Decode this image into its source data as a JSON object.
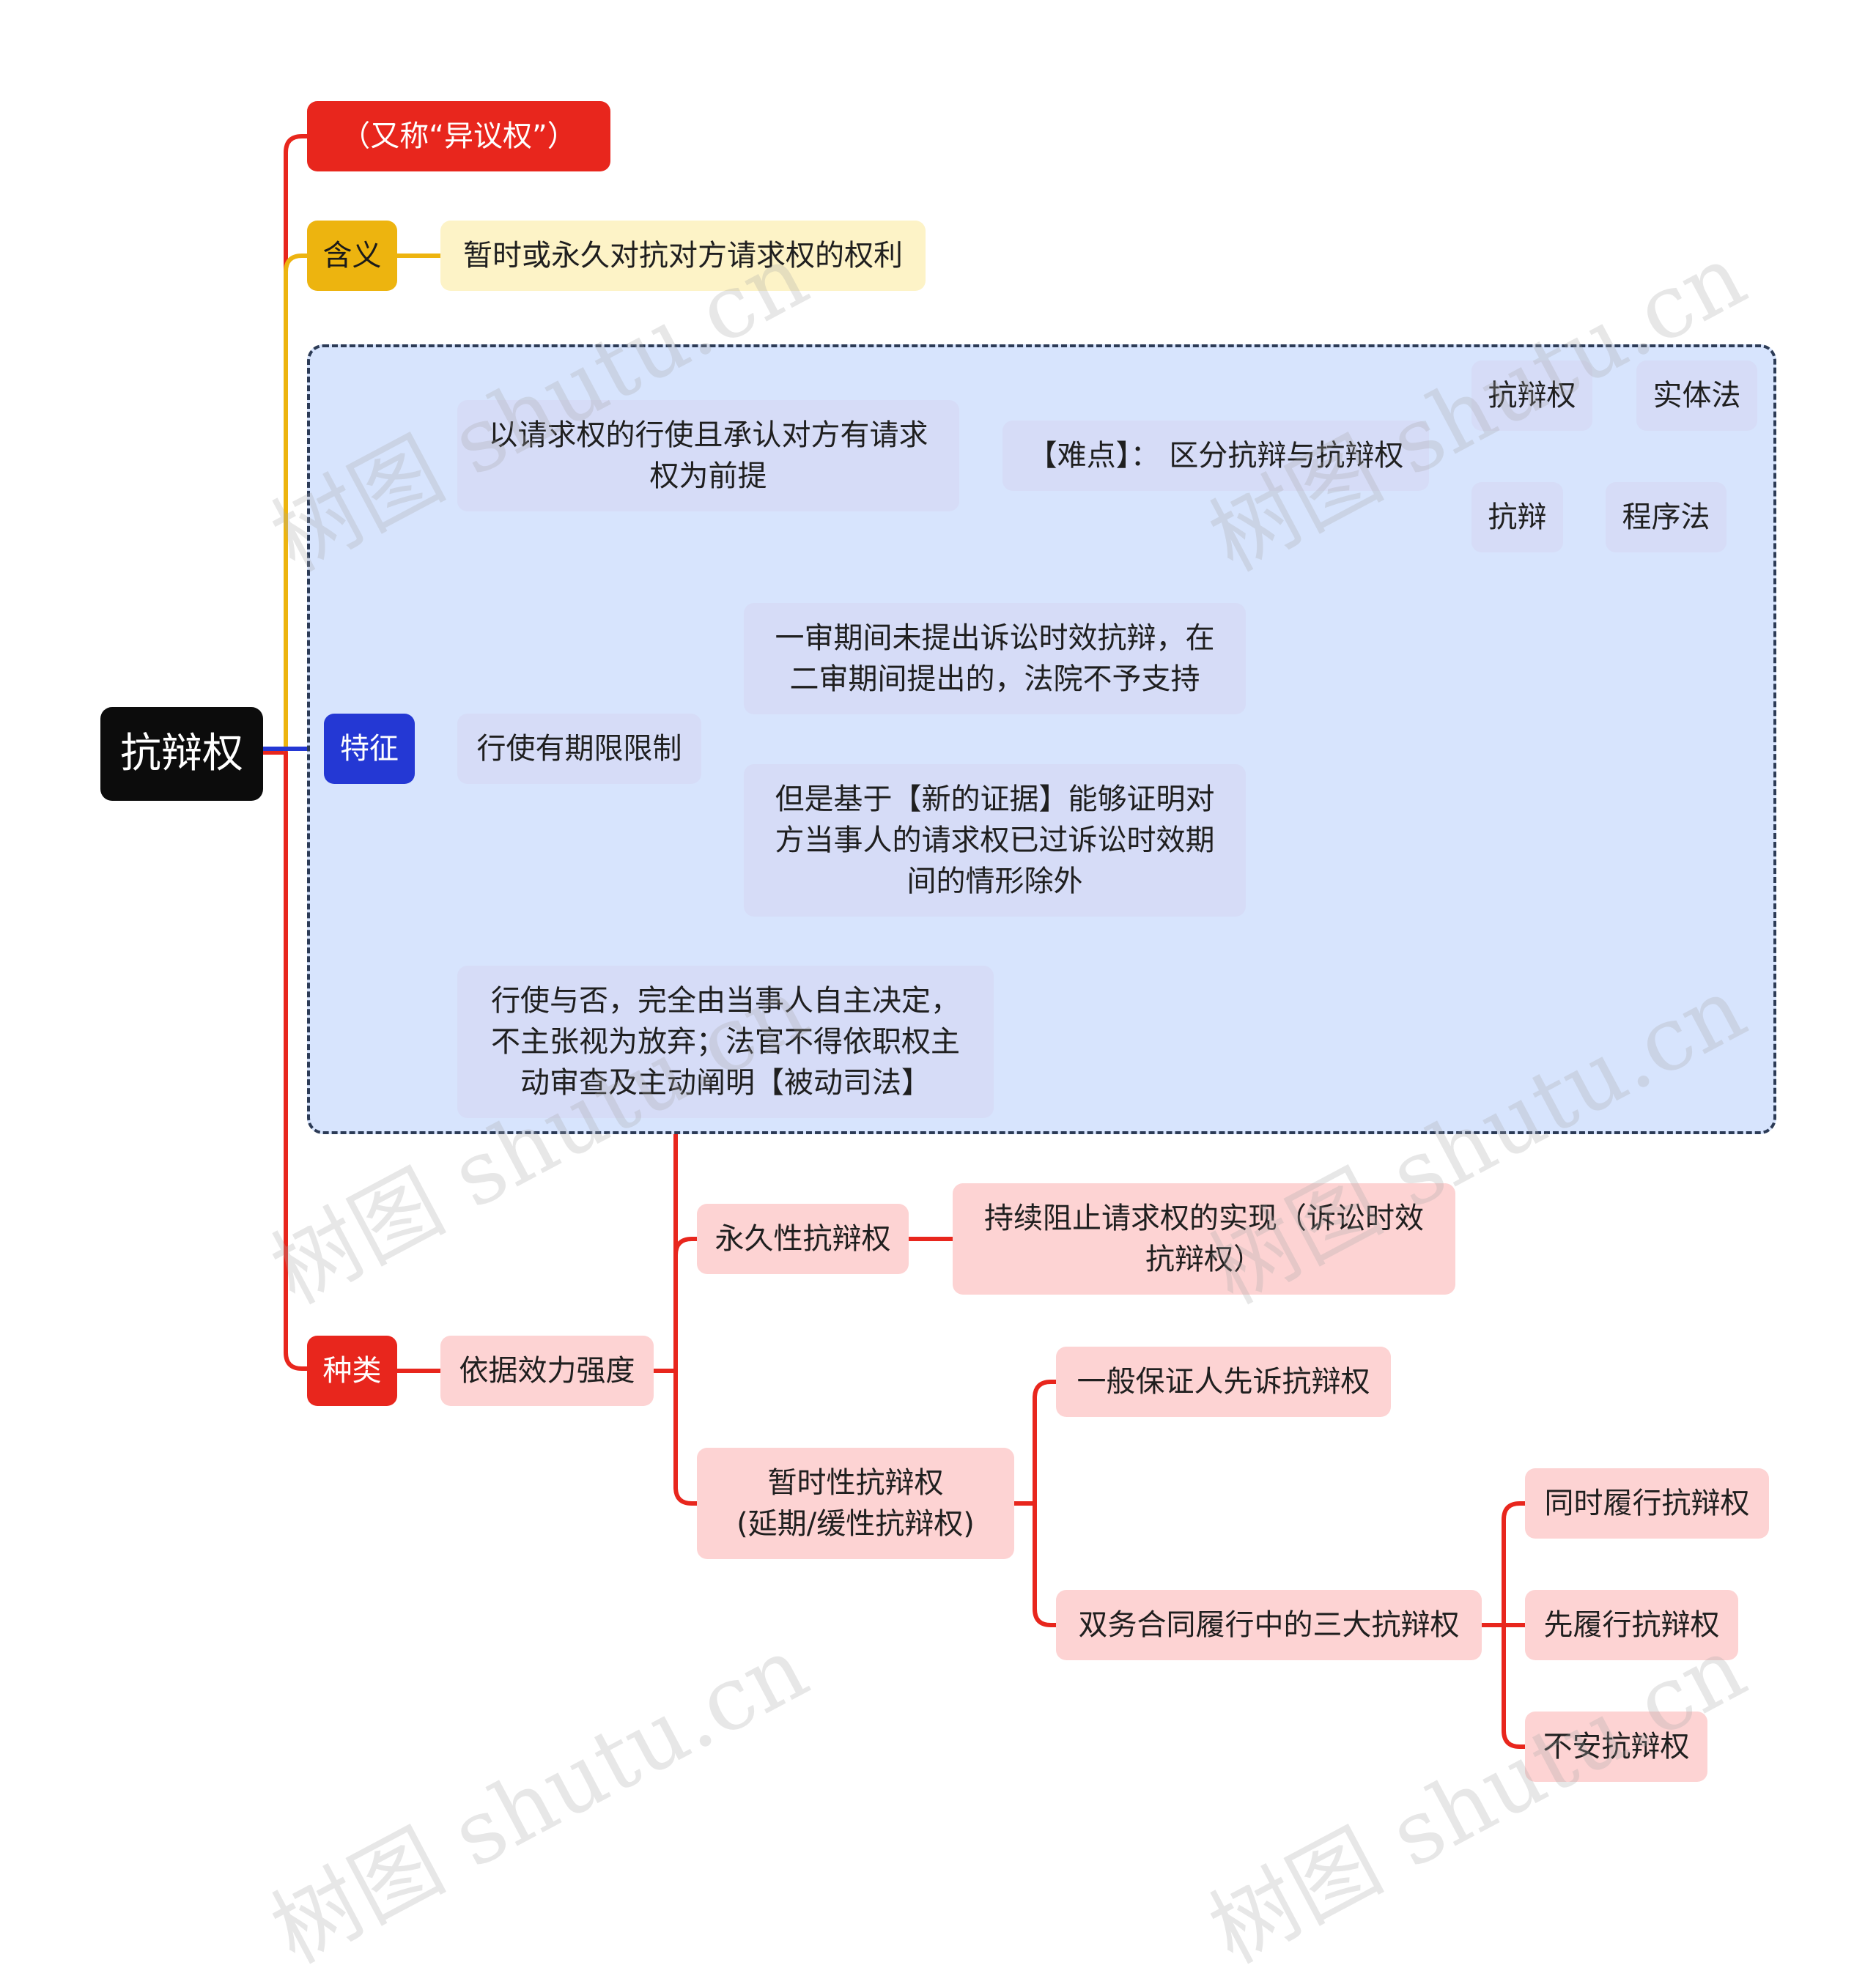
{
  "colors": {
    "root": "#0c0c0c",
    "red": "#e8261d",
    "red_light": "#fdd3d3",
    "yellow": "#edb40f",
    "yellow_light": "#fdf3c7",
    "blue": "#2438d4",
    "blue_light": "#d6dcf7",
    "group_fill": "#d7e4fd",
    "group_border": "#2c3b56"
  },
  "root": {
    "label": "抗辩权"
  },
  "alias": {
    "label": "（又称“异议权”）"
  },
  "meaning": {
    "label": "含义",
    "detail": "暂时或永久对抗对方请求权的权利"
  },
  "features": {
    "label": "特征",
    "premise": "以请求权的行使且承认对方有请求\n权为前提",
    "difficulty": "【难点】： 区分抗辩与抗辩权",
    "defense_right": "抗辩权",
    "substantive_law": "实体法",
    "defense": "抗辩",
    "procedural_law": "程序法",
    "time_limit": "行使有期限限制",
    "time_limit_note_1": "一审期间未提出诉讼时效抗辩，在\n二审期间提出的，法院不予支持",
    "time_limit_note_2": "但是基于【新的证据】能够证明对\n方当事人的请求权已过诉讼时效期\n间的情形除外",
    "autonomy": "行使与否，完全由当事人自主决定，\n不主张视为放弃；法官不得依职权主\n动审查及主动阐明【被动司法】"
  },
  "types": {
    "label": "种类",
    "basis": "依据效力强度",
    "permanent": "永久性抗辩权",
    "permanent_note": "持续阻止请求权的实现（诉讼时效\n抗辩权）",
    "temporary": "暂时性抗辩权\n(延期/缓性抗辩权)",
    "guarantor": "一般保证人先诉抗辩权",
    "bilateral": "双务合同履行中的三大抗辩权",
    "simultaneous": "同时履行抗辩权",
    "first_performance": "先履行抗辩权",
    "insecurity": "不安抗辩权"
  },
  "watermark": {
    "text": "树图 shutu.cn"
  }
}
